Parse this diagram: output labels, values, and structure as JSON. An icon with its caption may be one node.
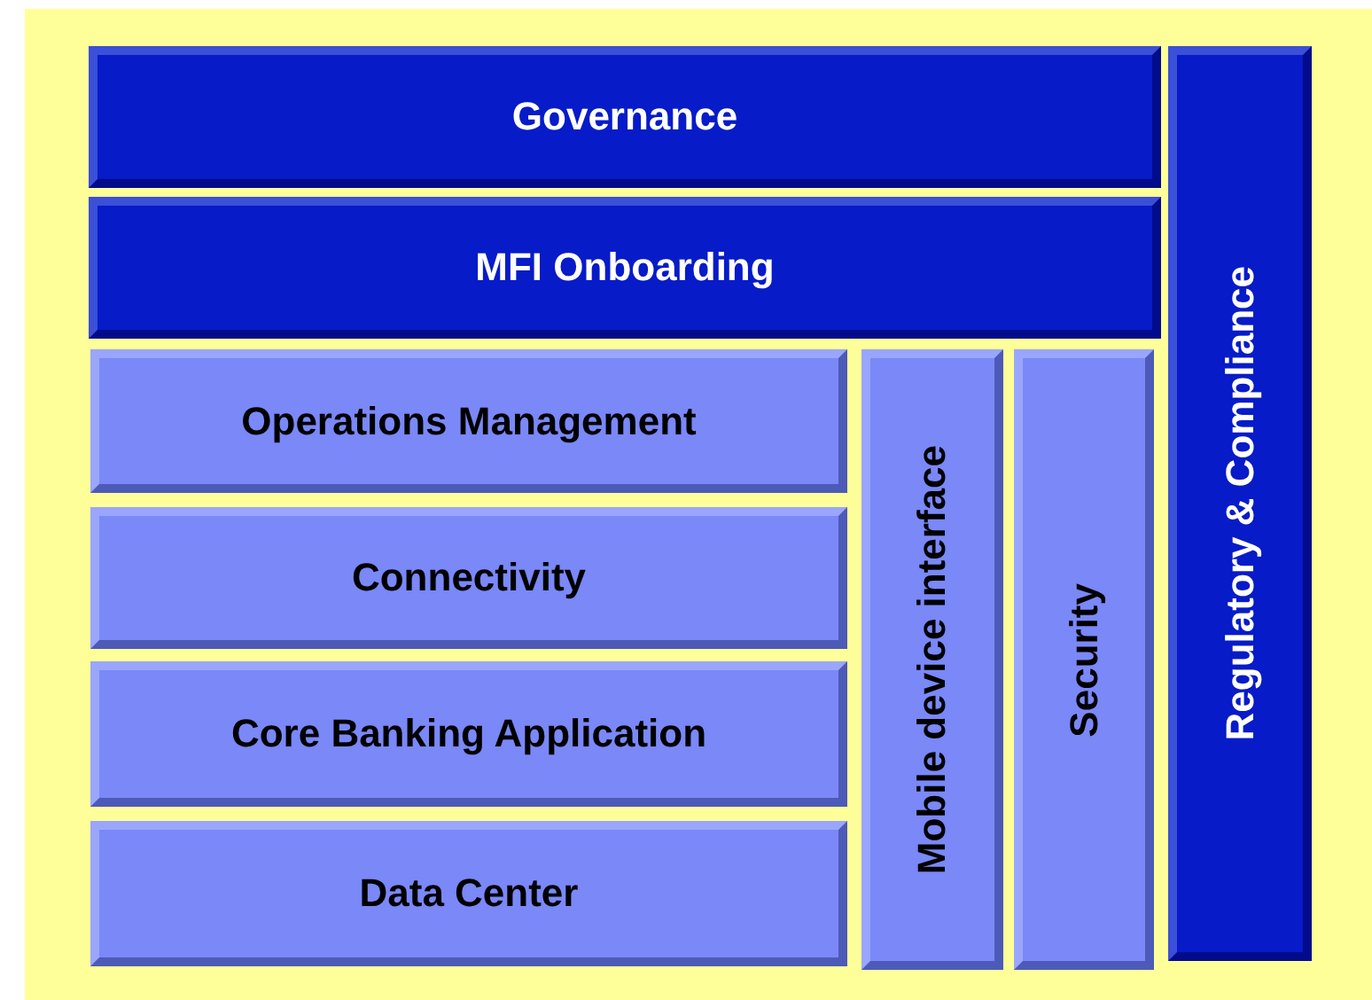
{
  "diagram": {
    "nodes": [
      {
        "text": [
          "Governance"
        ]
      },
      {
        "text": [
          "MFI Onboarding"
        ]
      },
      {
        "text": [
          "Regulatory & Compliance"
        ]
      },
      {
        "text": [
          "Operations Management"
        ]
      },
      {
        "text": [
          "Connectivity"
        ]
      },
      {
        "text": [
          "Core Banking Application"
        ]
      },
      {
        "text": [
          "Data Center"
        ]
      },
      {
        "text": [
          "Mobile device interface"
        ]
      },
      {
        "text": [
          "Security"
        ]
      }
    ]
  }
}
